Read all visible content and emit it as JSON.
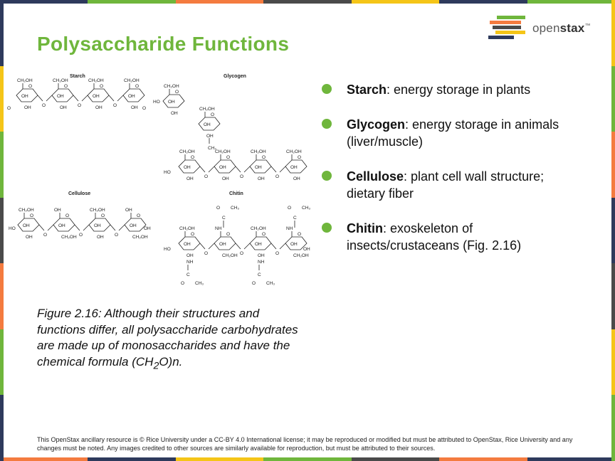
{
  "page": {
    "title": "Polysaccharide Functions"
  },
  "brand": {
    "name_light": "open",
    "name_bold": "stax",
    "tm": "™",
    "accent": "#6fb63c",
    "stripe_colors": [
      "#f5c518",
      "#6fb63c",
      "#f47b3f",
      "#4a4a4a",
      "#2e3a5c",
      "#f7d300"
    ]
  },
  "figure": {
    "labels": {
      "starch": "Starch",
      "glycogen": "Glycogen",
      "cellulose": "Cellulose",
      "chitin": "Chitin"
    },
    "groups": {
      "ch2oh": "CH₂OH",
      "ch2": "CH₂",
      "oh": "OH",
      "ho": "HO",
      "o": "O",
      "nh": "NH",
      "c": "C",
      "ch3": "CH₃"
    }
  },
  "bullets": [
    {
      "term": "Starch",
      "desc": ": energy storage in plants"
    },
    {
      "term": "Glycogen",
      "desc": ": energy storage in animals (liver/muscle)"
    },
    {
      "term": "Cellulose",
      "desc": ": plant cell wall structure; dietary fiber"
    },
    {
      "term": "Chitin",
      "desc": ": exoskeleton of insects/crustaceans (Fig. 2.16)"
    }
  ],
  "caption": {
    "before": "Figure 2.16: Although their structures and functions differ, all polysaccharide carbohydrates are made up of monosaccharides and have the chemical formula (CH",
    "sub": "2",
    "after": "O)n."
  },
  "footer": "This OpenStax ancillary resource is © Rice University under a CC-BY 4.0 International license; it may be reproduced or modified but must be attributed to OpenStax, Rice University and any changes must be noted. Any images credited to other sources are similarly available for reproduction, but must be attributed to their sources."
}
